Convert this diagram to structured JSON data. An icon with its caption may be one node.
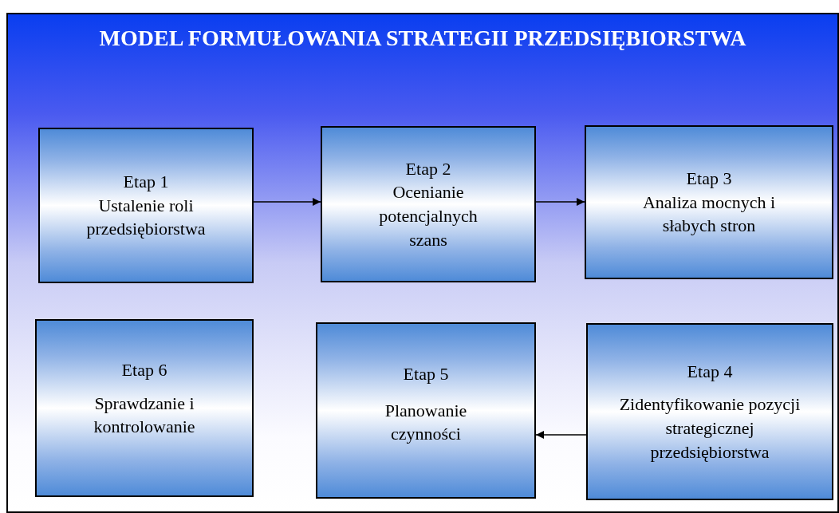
{
  "diagram": {
    "title": "MODEL FORMUŁOWANIA STRATEGII PRZEDSIĘBIORSTWA",
    "nodes": [
      {
        "text": [
          "Etap 1",
          "Ustalenie roli przedsiębiorstwa"
        ]
      },
      {
        "text": [
          "Etap 2",
          "Ocenianie potencjalnych szans"
        ]
      },
      {
        "text": [
          "Etap 3",
          "Analiza mocnych i słabych stron"
        ]
      },
      {
        "text": [
          "Etap 6",
          "Sprawdzanie i kontrolowanie"
        ]
      },
      {
        "text": [
          "Etap 5",
          "Planowanie czynności"
        ]
      },
      {
        "text": [
          "Etap 4",
          "Zidentyfikowanie pozycji strategicznej przedsiębiorstwa"
        ]
      }
    ],
    "edges": [
      {
        "from": 0,
        "to": 1,
        "arrow": "to"
      },
      {
        "from": 1,
        "to": 2,
        "arrow": "to"
      },
      {
        "from": 5,
        "to": 4,
        "arrow": "to"
      }
    ]
  }
}
